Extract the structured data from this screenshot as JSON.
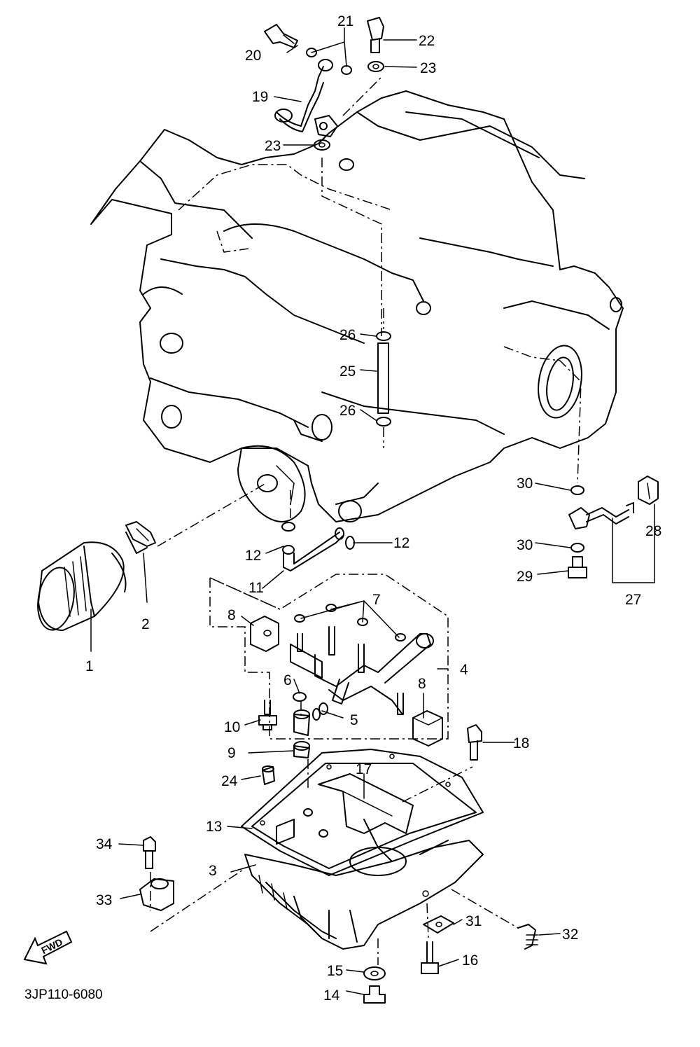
{
  "diagram": {
    "drawing_code": "3JP110-6080",
    "direction_label": "FWD",
    "callouts": {
      "c1": "1",
      "c2": "2",
      "c3": "3",
      "c4": "4",
      "c5": "5",
      "c6": "6",
      "c7": "7",
      "c8a": "8",
      "c8b": "8",
      "c9": "9",
      "c10": "10",
      "c11": "11",
      "c12a": "12",
      "c12b": "12",
      "c13": "13",
      "c14": "14",
      "c15": "15",
      "c16": "16",
      "c17": "17",
      "c18": "18",
      "c19": "19",
      "c20": "20",
      "c21": "21",
      "c22": "22",
      "c23a": "23",
      "c23b": "23",
      "c24": "24",
      "c25": "25",
      "c26a": "26",
      "c26b": "26",
      "c27": "27",
      "c28": "28",
      "c29": "29",
      "c30a": "30",
      "c30b": "30",
      "c31": "31",
      "c32": "32",
      "c33": "33",
      "c34": "34"
    }
  }
}
